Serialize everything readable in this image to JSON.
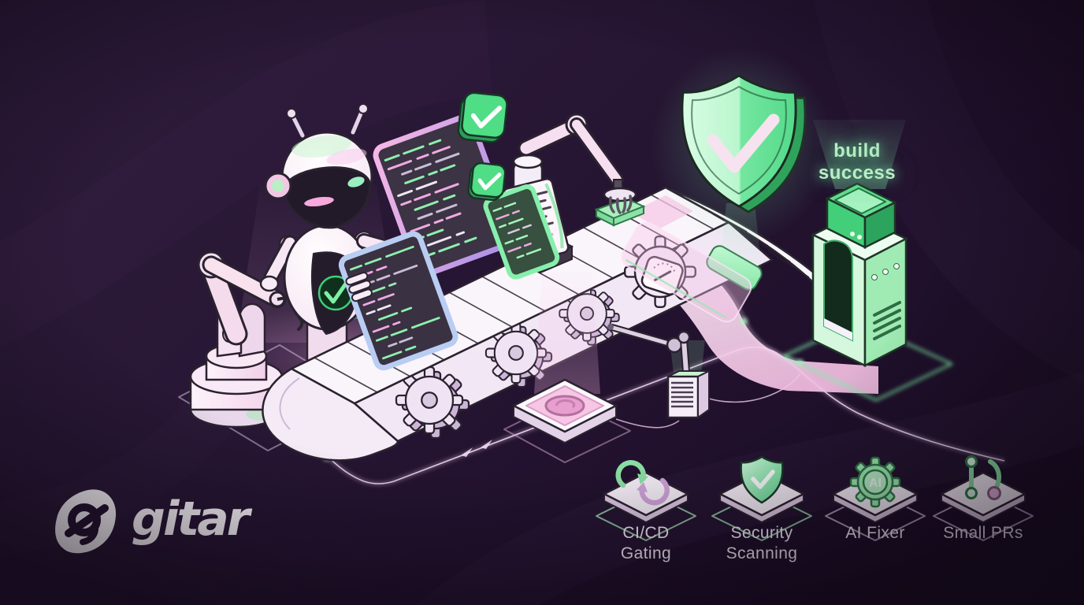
{
  "brand": {
    "name": "gitar",
    "icon": "gitar-pick-icon"
  },
  "hologram": {
    "label": "build\nsuccess"
  },
  "features": [
    {
      "label": "CI/CD\nGating",
      "icon": "cicd-loop-icon",
      "outline": "#9fd8ae"
    },
    {
      "label": "Security\nScanning",
      "icon": "shield-check-icon",
      "outline": "#9fd8ae"
    },
    {
      "label": "AI Fixer",
      "icon": "ai-gear-icon",
      "icon_text": "AI",
      "outline": "#c3aed0"
    },
    {
      "label": "Small PRs",
      "icon": "pull-request-icon",
      "outline": "#c3aed0"
    }
  ],
  "colors": {
    "background": "#271634",
    "accent_green": "#4ade80",
    "accent_pink": "#eeb0e0",
    "lavender": "#e8dcef",
    "text": "#f3edf6",
    "hologram_green": "#b9eec6"
  }
}
